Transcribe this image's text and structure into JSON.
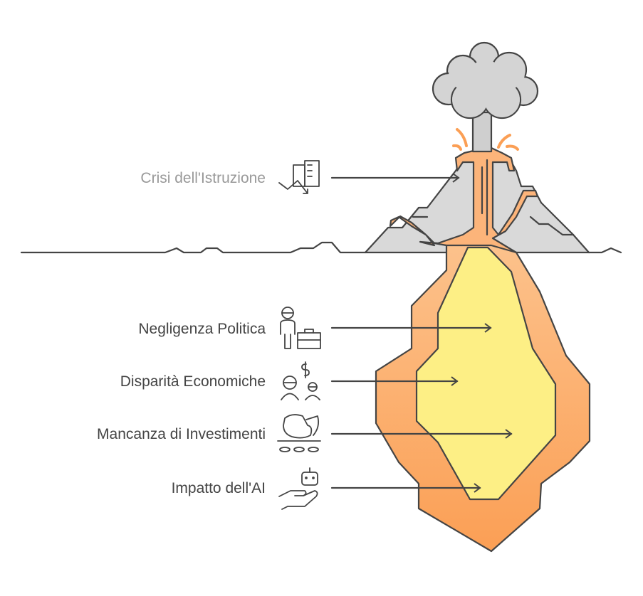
{
  "title": "Crisi dell'Istruzione",
  "causes": [
    {
      "label": "Negligenza Politica",
      "icon": "politician-briefcase-icon"
    },
    {
      "label": "Disparità Economiche",
      "icon": "people-money-icon"
    },
    {
      "label": "Mancanza di Investimenti",
      "icon": "broken-piggy-bank-icon"
    },
    {
      "label": "Impatto dell'AI",
      "icon": "robot-hand-icon"
    }
  ],
  "colors": {
    "stroke": "#444444",
    "rock": "#d9d9d9",
    "lava_outer": "#fcb47a",
    "lava_inner": "#fdef85",
    "smoke": "#cfcfcf",
    "title_text": "#999999"
  }
}
